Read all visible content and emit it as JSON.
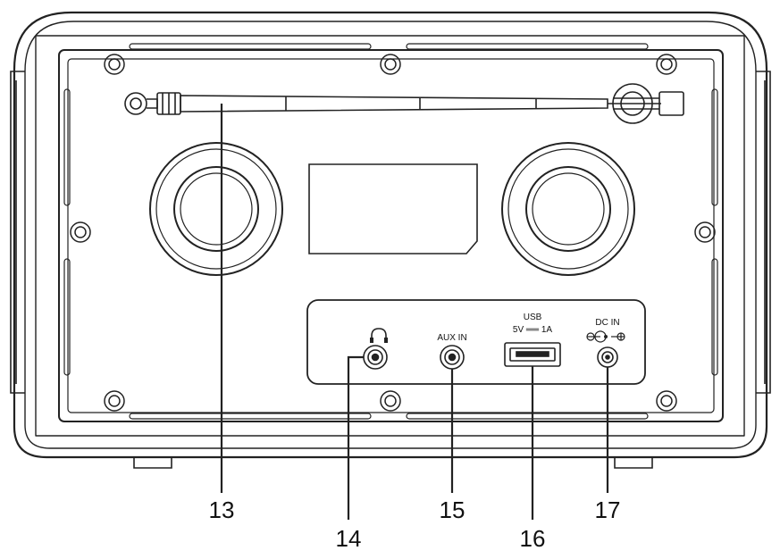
{
  "callouts": {
    "antenna": "13",
    "headphone": "14",
    "aux": "15",
    "usb": "16",
    "dc": "17"
  },
  "panel_labels": {
    "aux": "AUX IN",
    "usb_title": "USB",
    "usb_rating": "5V ══ 1A",
    "dc": "DC IN"
  },
  "icons": {
    "headphone": "headphone-icon",
    "dc_polarity": "dc-polarity-icon"
  }
}
